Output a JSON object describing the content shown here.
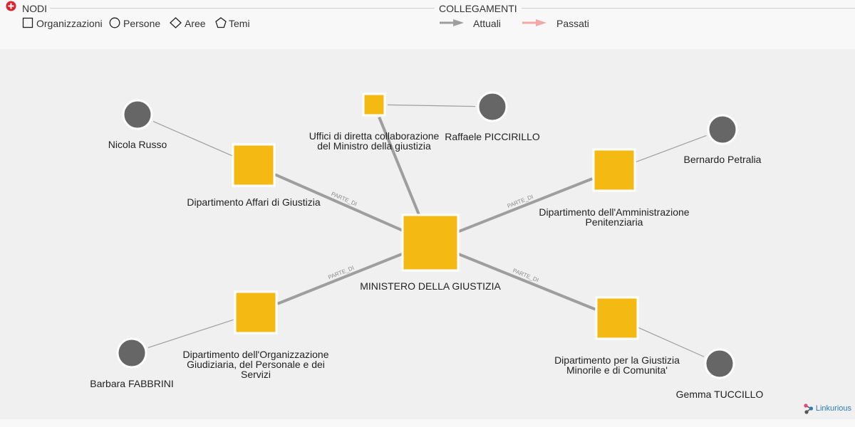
{
  "legend": {
    "nodes_title": "NODI",
    "node_types": [
      {
        "shape": "square",
        "label": "Organizzazioni"
      },
      {
        "shape": "circle",
        "label": "Persone"
      },
      {
        "shape": "diamond",
        "label": "Aree"
      },
      {
        "shape": "pentagon",
        "label": "Temi"
      }
    ],
    "links_title": "COLLEGAMENTI",
    "link_types": [
      {
        "label": "Attuali",
        "color": "#9e9e9e"
      },
      {
        "label": "Passati",
        "color": "#f0a8a8"
      }
    ]
  },
  "colors": {
    "org_fill": "#f5b914",
    "person_fill": "#666666",
    "node_border": "#ffffff",
    "edge": "#9e9e9e",
    "edge_label": "#8a8a8a",
    "brand": "#2b7bb9",
    "plus_icon": "#d9252f"
  },
  "graph": {
    "nodes": [
      {
        "id": "ministero",
        "type": "organization",
        "size": "large",
        "label_lines": [
          "MINISTERO DELLA GIUSTIZIA"
        ]
      },
      {
        "id": "uffici",
        "type": "organization",
        "size": "small",
        "label_lines": [
          "Uffici di diretta collaborazione",
          "del Ministro della giustizia"
        ]
      },
      {
        "id": "dag",
        "type": "organization",
        "size": "medium",
        "label_lines": [
          "Dipartimento Affari di Giustizia"
        ]
      },
      {
        "id": "dap",
        "type": "organization",
        "size": "medium",
        "label_lines": [
          "Dipartimento dell'Amministrazione",
          "Penitenziaria"
        ]
      },
      {
        "id": "dog",
        "type": "organization",
        "size": "medium",
        "label_lines": [
          "Dipartimento dell'Organizzazione",
          "Giudiziaria, del Personale e dei",
          "Servizi"
        ]
      },
      {
        "id": "dgm",
        "type": "organization",
        "size": "medium",
        "label_lines": [
          "Dipartimento per la Giustizia",
          "Minorile e di Comunita'"
        ]
      },
      {
        "id": "russo",
        "type": "person",
        "label_lines": [
          "Nicola Russo"
        ]
      },
      {
        "id": "piccirillo",
        "type": "person",
        "label_lines": [
          "Raffaele PICCIRILLO"
        ]
      },
      {
        "id": "petralia",
        "type": "person",
        "label_lines": [
          "Bernardo Petralia"
        ]
      },
      {
        "id": "fabbrini",
        "type": "person",
        "label_lines": [
          "Barbara FABBRINI"
        ]
      },
      {
        "id": "tuccillo",
        "type": "person",
        "label_lines": [
          "Gemma TUCCILLO"
        ]
      }
    ],
    "edges": [
      {
        "source": "dag",
        "target": "ministero",
        "label": "PARTE_DI",
        "weight": "strong"
      },
      {
        "source": "dap",
        "target": "ministero",
        "label": "PARTE_DI",
        "weight": "strong"
      },
      {
        "source": "dog",
        "target": "ministero",
        "label": "PARTE_DI",
        "weight": "strong"
      },
      {
        "source": "dgm",
        "target": "ministero",
        "label": "PARTE_DI",
        "weight": "strong"
      },
      {
        "source": "uffici",
        "target": "ministero",
        "label": "",
        "weight": "strong"
      },
      {
        "source": "russo",
        "target": "dag",
        "label": "",
        "weight": "thin"
      },
      {
        "source": "piccirillo",
        "target": "uffici",
        "label": "",
        "weight": "thin"
      },
      {
        "source": "petralia",
        "target": "dap",
        "label": "",
        "weight": "thin"
      },
      {
        "source": "fabbrini",
        "target": "dog",
        "label": "",
        "weight": "thin"
      },
      {
        "source": "tuccillo",
        "target": "dgm",
        "label": "",
        "weight": "thin"
      }
    ]
  },
  "brand": {
    "label": "Linkurious"
  }
}
